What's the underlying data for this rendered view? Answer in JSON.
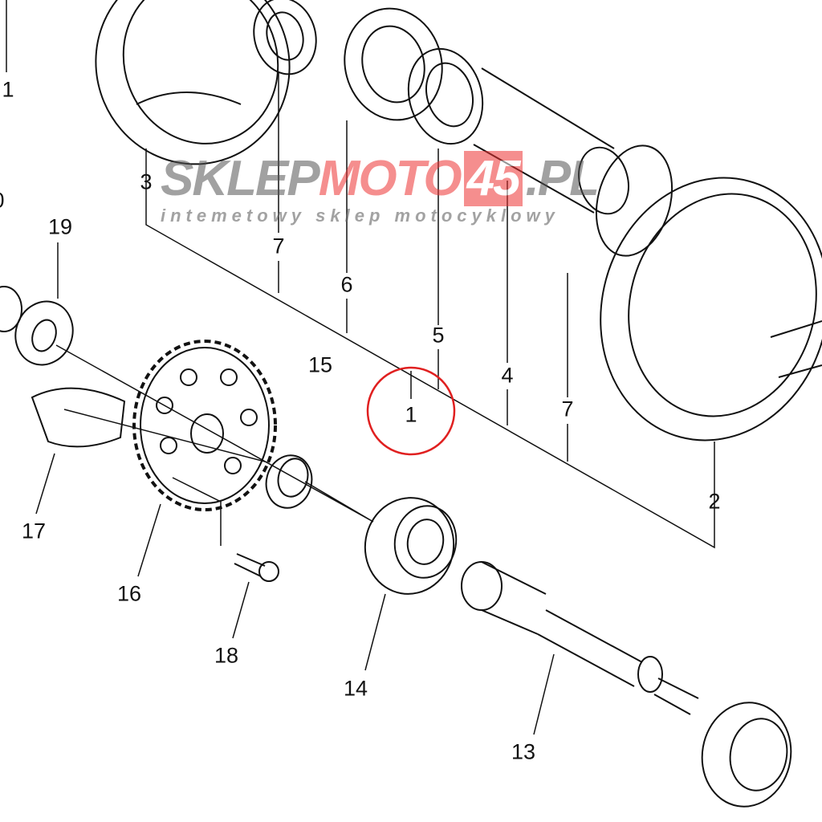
{
  "diagram": {
    "callouts": [
      {
        "id": "c1a",
        "text": "1"
      },
      {
        "id": "c3",
        "text": "3"
      },
      {
        "id": "c0",
        "text": "0"
      },
      {
        "id": "c19",
        "text": "19"
      },
      {
        "id": "c7a",
        "text": "7"
      },
      {
        "id": "c6",
        "text": "6"
      },
      {
        "id": "c5",
        "text": "5"
      },
      {
        "id": "c4",
        "text": "4"
      },
      {
        "id": "c7b",
        "text": "7"
      },
      {
        "id": "c1",
        "text": "1"
      },
      {
        "id": "c15",
        "text": "15"
      },
      {
        "id": "c2",
        "text": "2"
      },
      {
        "id": "c17",
        "text": "17"
      },
      {
        "id": "c16",
        "text": "16"
      },
      {
        "id": "c18",
        "text": "18"
      },
      {
        "id": "c14",
        "text": "14"
      },
      {
        "id": "c13",
        "text": "13"
      }
    ],
    "highlight_color": "#e02020"
  },
  "watermark": {
    "part1": "SKLEP",
    "part2": "MOTO",
    "part3": "45",
    "part4": ".PL",
    "tagline": "intemetowy sklep motocyklowy"
  }
}
